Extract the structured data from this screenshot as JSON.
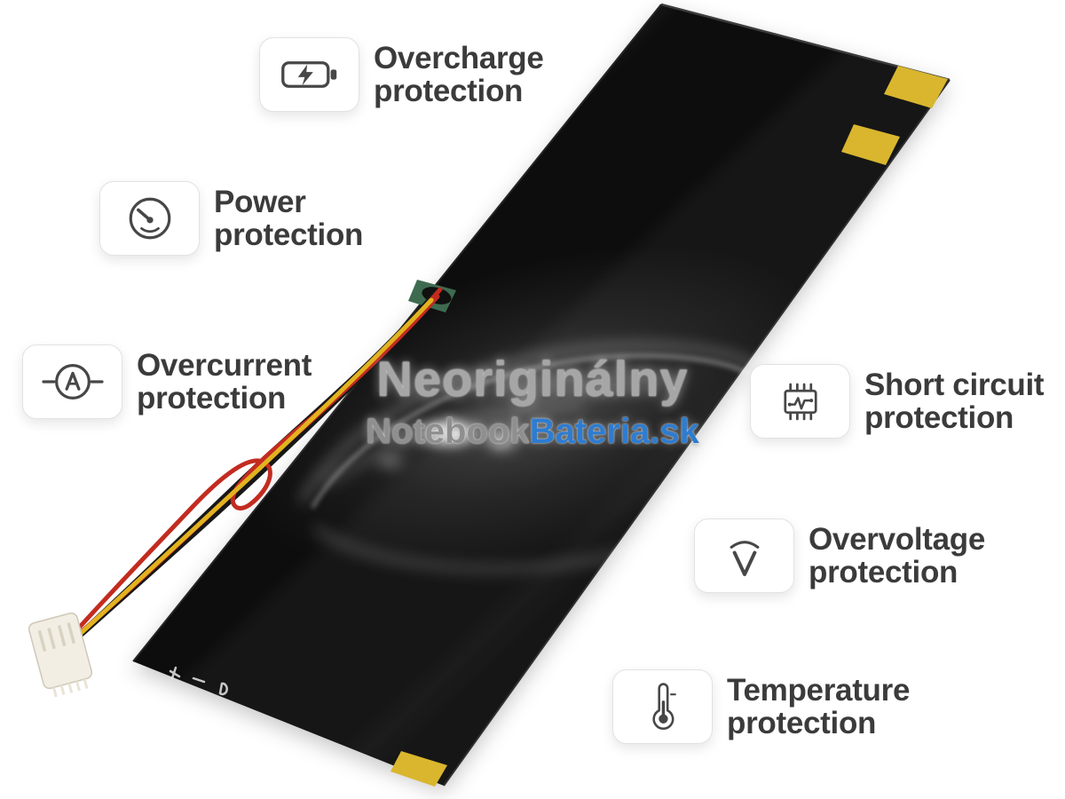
{
  "colors": {
    "background": "#ffffff",
    "battery": "#121212",
    "tape": "#d9b62e",
    "label_text": "#3b3b3b",
    "watermark_gray": "#a6a6a6",
    "watermark_blue": "#2e7cd0",
    "wire_black": "#171717",
    "wire_red": "#c32b20",
    "wire_yellow": "#e2b31f"
  },
  "features": [
    {
      "id": "overcharge",
      "icon": "battery-charge-icon",
      "line1": "Overcharge",
      "line2": "protection"
    },
    {
      "id": "power",
      "icon": "power-gauge-icon",
      "line1": "Power",
      "line2": "protection"
    },
    {
      "id": "overcurrent",
      "icon": "ammeter-icon",
      "line1": "Overcurrent",
      "line2": "protection"
    },
    {
      "id": "short-circuit",
      "icon": "chip-icon",
      "line1": "Short circuit",
      "line2": "protection"
    },
    {
      "id": "overvoltage",
      "icon": "voltage-icon",
      "line1": "Overvoltage",
      "line2": "protection"
    },
    {
      "id": "temperature",
      "icon": "thermometer-icon",
      "line1": "Temperature",
      "line2": "protection"
    }
  ],
  "watermark": {
    "title": "Neoriginálny",
    "subtitle_gray": "Notebook",
    "subtitle_blue": "Bateria.sk"
  }
}
